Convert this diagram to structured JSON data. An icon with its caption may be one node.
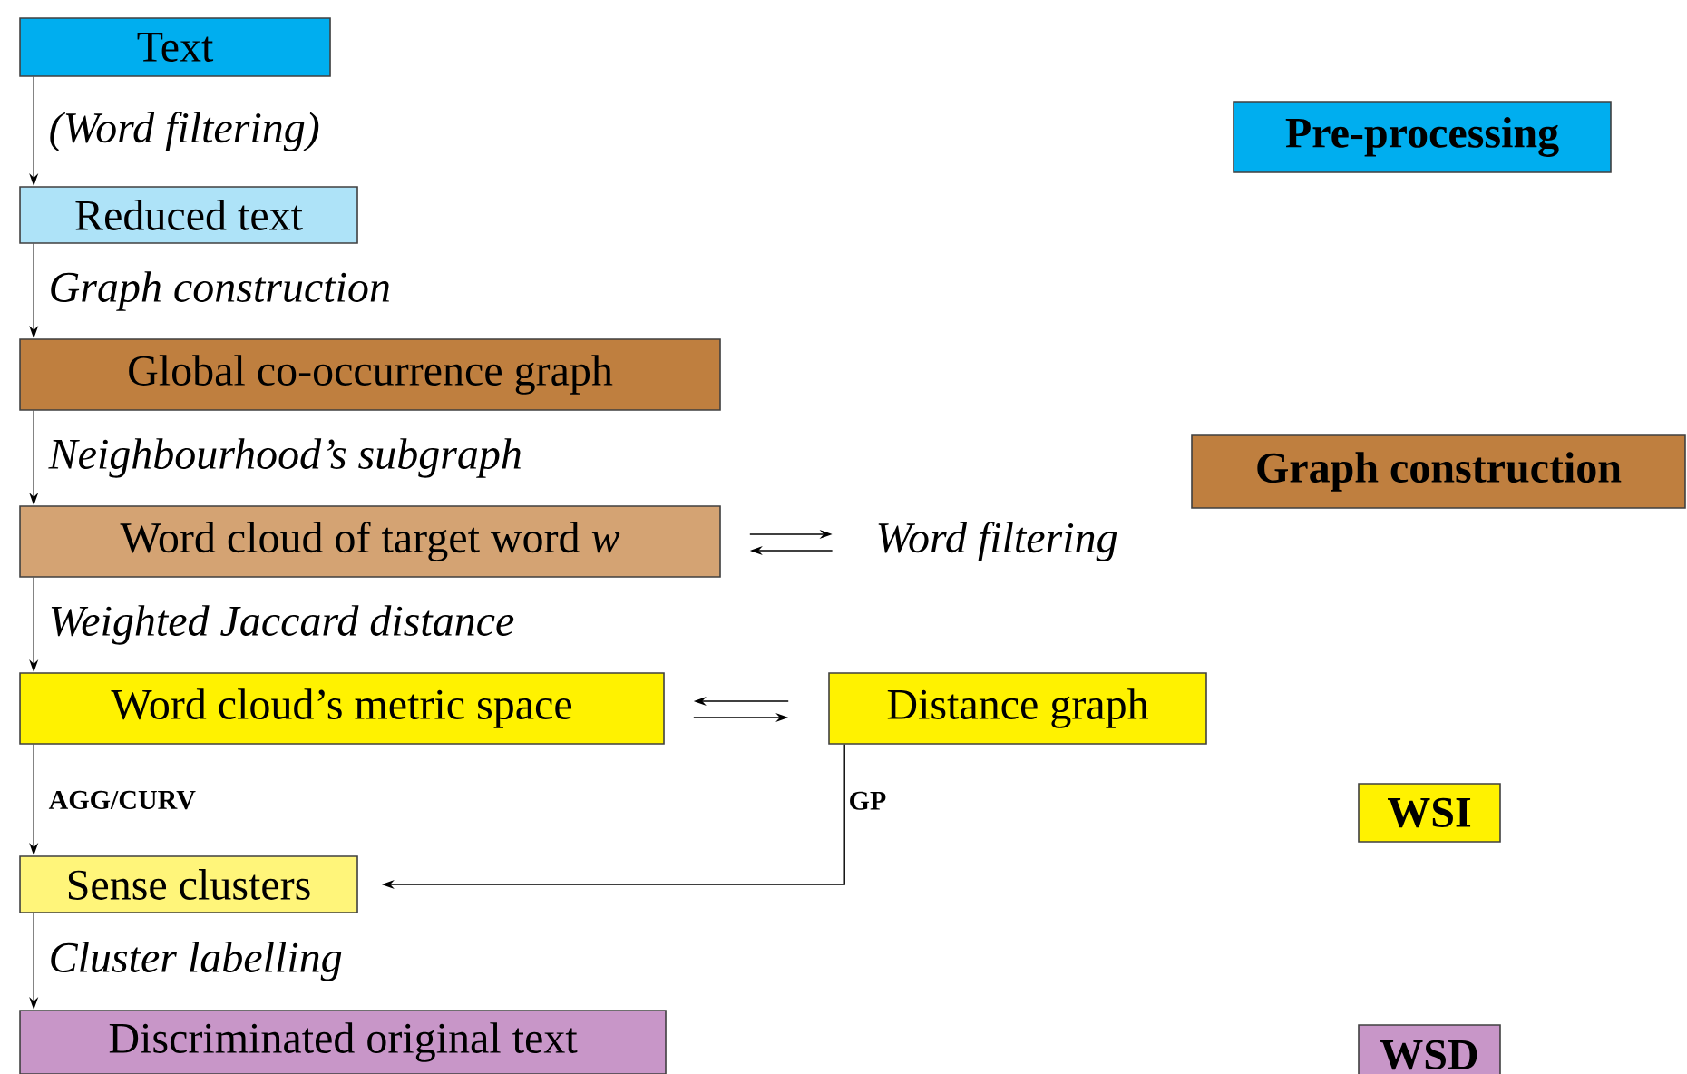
{
  "diagram": {
    "nodes": [
      {
        "text": [
          "Text"
        ]
      },
      {
        "text": [
          "Reduced text"
        ]
      },
      {
        "text": [
          "Global co-occurrence graph"
        ]
      },
      {
        "text": [
          "Word cloud of target word *w*"
        ]
      },
      {
        "text": [
          "Word filtering"
        ]
      },
      {
        "text": [
          "Word cloud’s metric space"
        ]
      },
      {
        "text": [
          "Distance graph"
        ]
      },
      {
        "text": [
          "Sense clusters"
        ]
      },
      {
        "text": [
          "Discriminated original text"
        ]
      }
    ],
    "edges": [
      {
        "from": 0,
        "to": 1,
        "arrow": "to",
        "label": "(Word filtering)"
      },
      {
        "from": 1,
        "to": 2,
        "arrow": "to",
        "label": "Graph construction"
      },
      {
        "from": 2,
        "to": 3,
        "arrow": "to",
        "label": "Neighbourhood’s subgraph"
      },
      {
        "from": 3,
        "to": 4,
        "arrow": "to"
      },
      {
        "from": 4,
        "to": 3,
        "arrow": "to"
      },
      {
        "from": 3,
        "to": 5,
        "arrow": "to",
        "label": "Weighted Jaccard distance"
      },
      {
        "from": 6,
        "to": 5,
        "arrow": "to"
      },
      {
        "from": 5,
        "to": 6,
        "arrow": "to"
      },
      {
        "from": 5,
        "to": 7,
        "arrow": "to",
        "label": "AGG/CURV"
      },
      {
        "from": 6,
        "to": 7,
        "arrow": "to",
        "label": "GP"
      },
      {
        "from": 7,
        "to": 8,
        "arrow": "to",
        "label": "Cluster labelling"
      }
    ],
    "legend": [
      {
        "text": "Pre-processing",
        "color": "#00aeef"
      },
      {
        "text": "Graph construction",
        "color": "#bf7f3f"
      },
      {
        "text": "WSI",
        "color": "#fff200"
      },
      {
        "text": "WSD",
        "color": "#c896c8"
      }
    ]
  }
}
